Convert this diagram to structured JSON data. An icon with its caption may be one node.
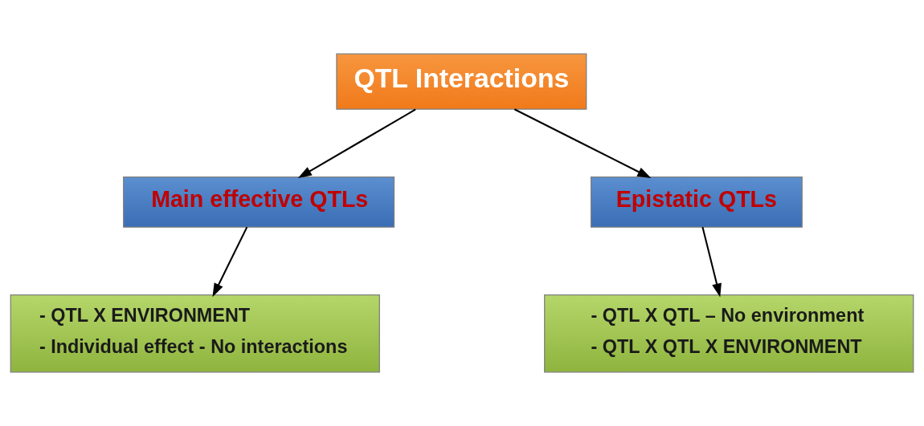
{
  "diagram": {
    "nodes": [
      {
        "text": [
          "QTL Interactions"
        ]
      },
      {
        "text": [
          "Main effective QTLs"
        ]
      },
      {
        "text": [
          "Epistatic QTLs"
        ]
      },
      {
        "text": [
          "- QTL X ENVIRONMENT",
          "- Individual effect - No interactions"
        ]
      },
      {
        "text": [
          "- QTL X QTL – No environment",
          "- QTL X QTL X ENVIRONMENT"
        ]
      }
    ],
    "edges": [
      {
        "from": 0,
        "to": 1,
        "arrow": "to"
      },
      {
        "from": 0,
        "to": 2,
        "arrow": "to"
      },
      {
        "from": 1,
        "to": 3,
        "arrow": "to"
      },
      {
        "from": 2,
        "to": 4,
        "arrow": "to"
      }
    ]
  }
}
